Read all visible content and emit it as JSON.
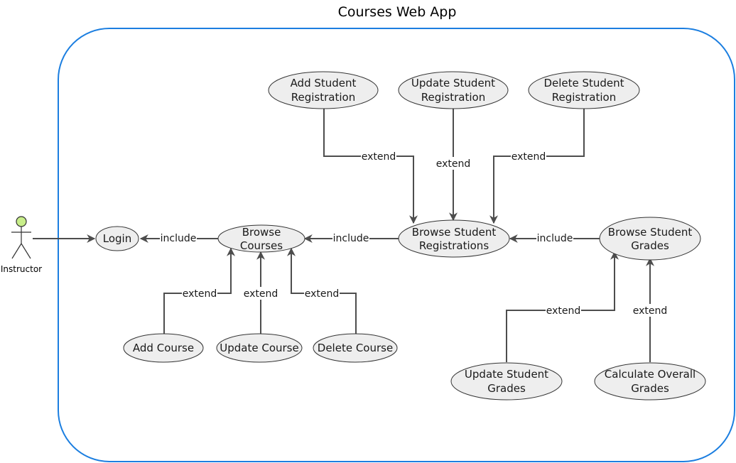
{
  "title": "Courses Web App",
  "colors": {
    "boundary": "#1b7ee0",
    "usecase_fill": "#eeeeee",
    "usecase_stroke": "#333333",
    "edge": "#4d4d4d",
    "actor_head": "#c8ee8a"
  },
  "actor": {
    "label": "Instructor"
  },
  "use_cases": {
    "login": [
      "Login"
    ],
    "browse_courses": [
      "Browse",
      "Courses"
    ],
    "add_course": [
      "Add Course"
    ],
    "update_course": [
      "Update Course"
    ],
    "delete_course": [
      "Delete Course"
    ],
    "browse_registrations": [
      "Browse Student",
      "Registrations"
    ],
    "add_registration": [
      "Add Student",
      "Registration"
    ],
    "update_registration": [
      "Update Student",
      "Registration"
    ],
    "delete_registration": [
      "Delete Student",
      "Registration"
    ],
    "browse_grades": [
      "Browse Student",
      "Grades"
    ],
    "update_grades": [
      "Update Student",
      "Grades"
    ],
    "calculate_grades": [
      "Calculate Overall",
      "Grades"
    ]
  },
  "relations": {
    "include": "include",
    "extend": "extend"
  }
}
